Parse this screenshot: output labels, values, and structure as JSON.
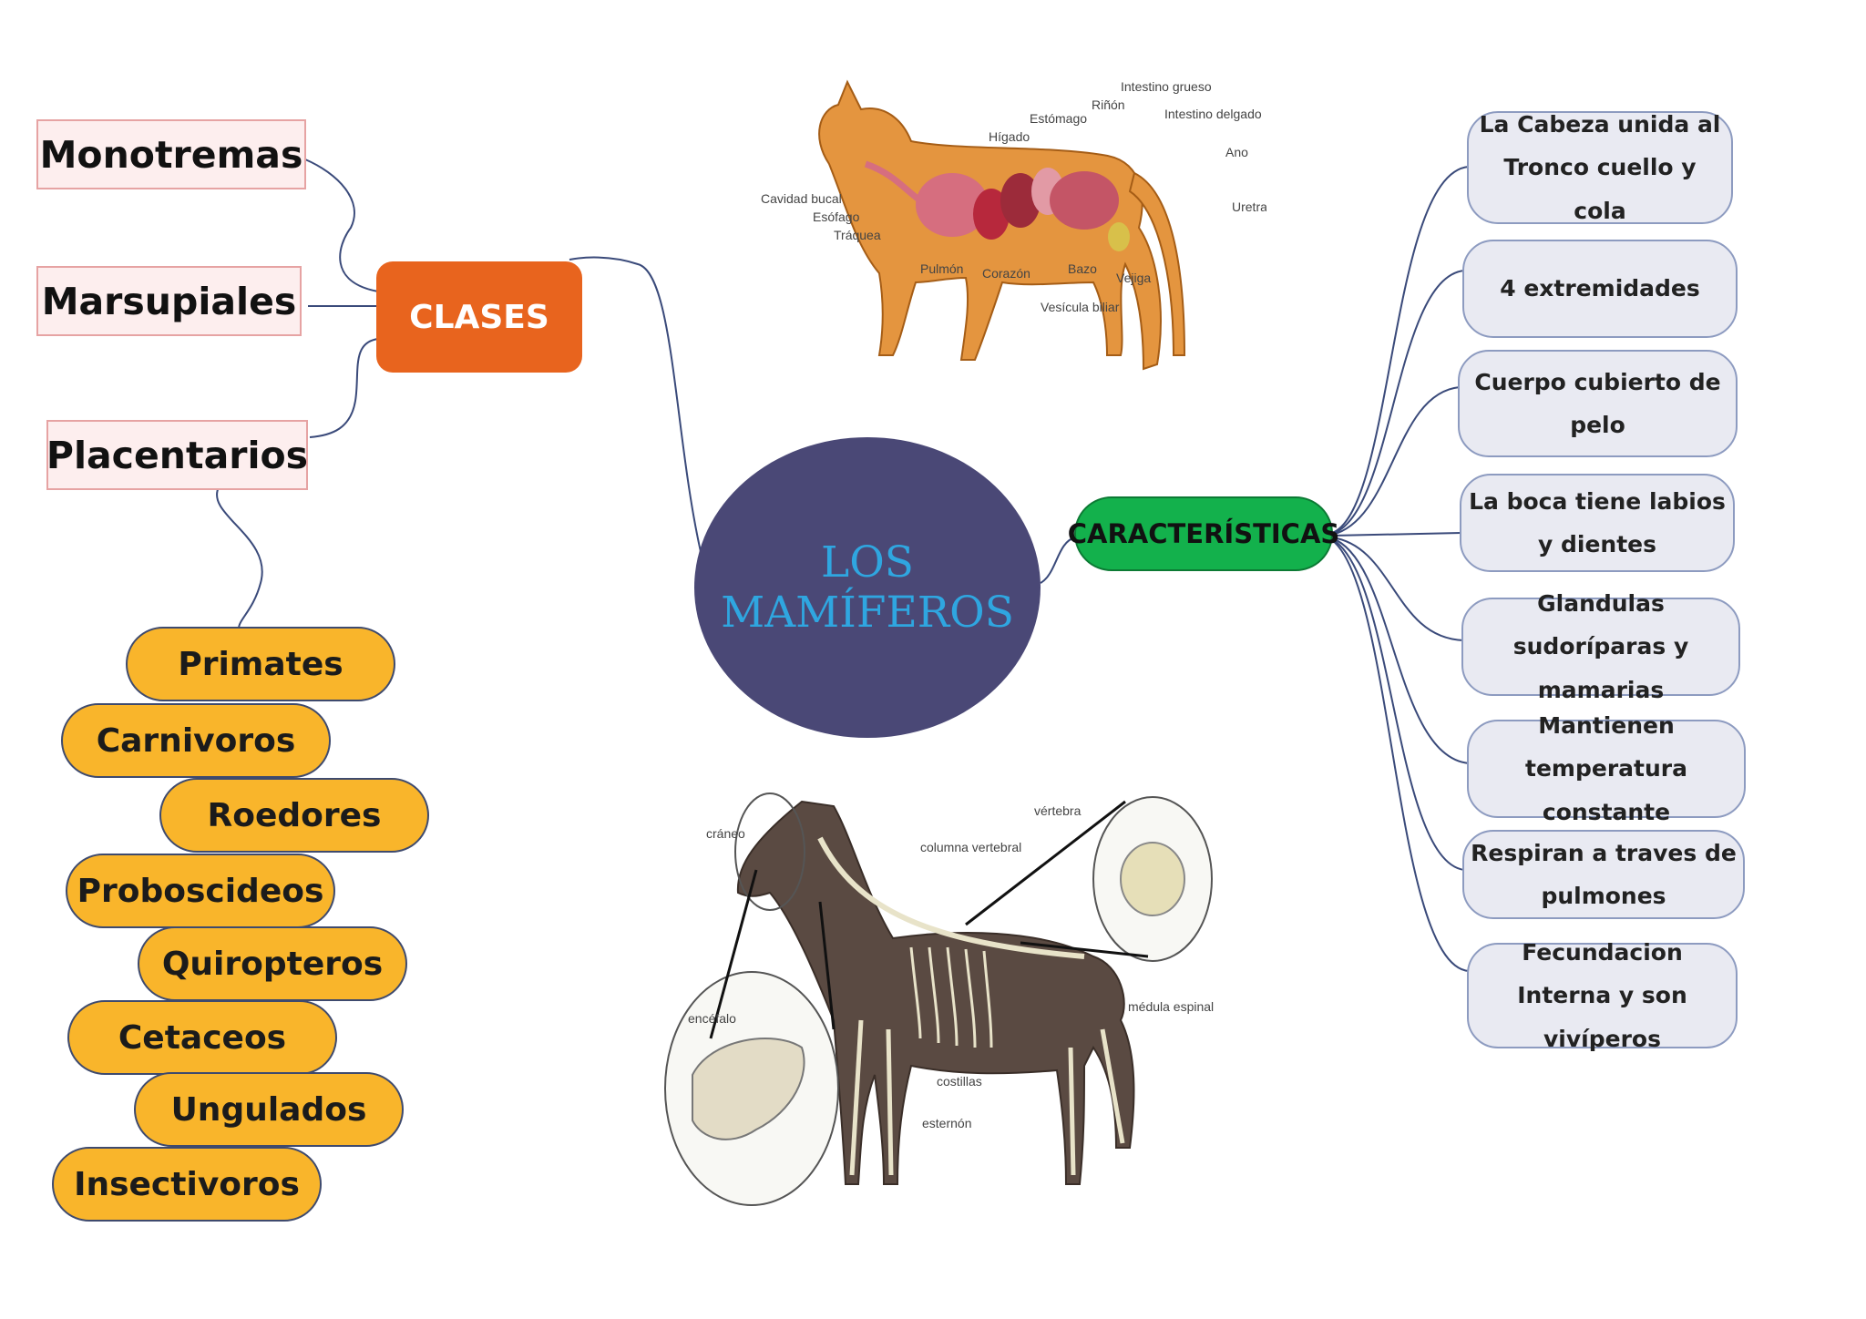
{
  "center": {
    "title": "LOS MAMÍFEROS"
  },
  "clases": {
    "label": "CLASES",
    "items": [
      "Monotremas",
      "Marsupiales",
      "Placentarios"
    ]
  },
  "placentarios_orders": [
    "Primates",
    "Carnivoros",
    "Roedores",
    "Proboscideos",
    "Quiropteros",
    "Cetaceos",
    "Ungulados",
    "Insectivoros"
  ],
  "caracteristicas": {
    "label": "CARACTERÍSTICAS",
    "items": [
      "La Cabeza unida al Tronco cuello y cola",
      "4 extremidades",
      "Cuerpo cubierto de pelo",
      "La boca tiene labios y dientes",
      "Glandulas sudoríparas y mamarias",
      "Mantienen temperatura constante",
      "Respiran a traves de pulmones",
      "Fecundacion Interna y son vivíperos"
    ]
  },
  "cat_diagram": {
    "labels": [
      "Intestino grueso",
      "Riñón",
      "Intestino delgado",
      "Estómago",
      "Hígado",
      "Ano",
      "Cavidad bucal",
      "Esófago",
      "Tráquea",
      "Uretra",
      "Pulmón",
      "Corazón",
      "Bazo",
      "Vejiga",
      "Vesícula biliar"
    ]
  },
  "horse_diagram": {
    "labels": [
      "cráneo",
      "vértebra",
      "columna vertebral",
      "encéfalo",
      "médula espinal",
      "costillas",
      "esternón"
    ]
  },
  "colors": {
    "center": "#4a4876",
    "center_text": "#2fa6e0",
    "clases": "#e8641e",
    "caracteristicas": "#13b14c",
    "order": "#f9b52b",
    "feature_bg": "#e9eaf2",
    "connector": "#3a4a7a"
  }
}
